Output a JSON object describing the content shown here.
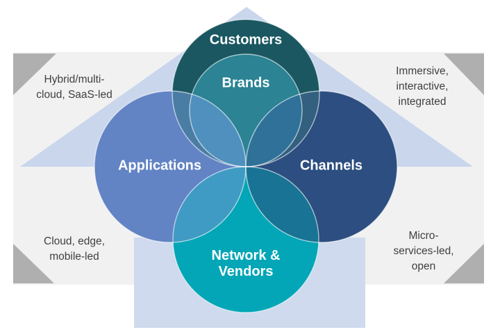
{
  "colors": {
    "background": "#FFFFFF",
    "band": "#F1F1F2",
    "accent_triangle": "#C9D6EC",
    "accent_rect": "#CFDAEE",
    "corner_triangle": "#AFAFAF",
    "note_text": "#3F3F3F",
    "circle_outline": "rgba(255,255,255,0.6)"
  },
  "circles": [
    {
      "id": "customers",
      "label": "Customers",
      "color": "#1A5761"
    },
    {
      "id": "brands",
      "label": "Brands",
      "color": "#2B8394"
    },
    {
      "id": "applications",
      "label": "Applications",
      "color": "#6283C4"
    },
    {
      "id": "channels",
      "label": "Channels",
      "color": "#2C4E80"
    },
    {
      "id": "network-vendors",
      "label": "Network & Vendors",
      "line1": "Network &",
      "line2": "Vendors",
      "color": "#02A6B6"
    }
  ],
  "overlaps": {
    "customers_applications": "#4A7DA3",
    "customers_channels": "#33607F",
    "applications_brands": "#4F90BE",
    "channels_brands": "#2F7198",
    "applications_network": "#3F9BC3",
    "channels_network": "#187394"
  },
  "corner_notes": [
    {
      "position": "top-left",
      "lines": [
        "Hybrid/multi-",
        "cloud, SaaS-led"
      ]
    },
    {
      "position": "top-right",
      "lines": [
        "Immersive,",
        "interactive,",
        "integrated"
      ]
    },
    {
      "position": "bottom-left",
      "lines": [
        "Cloud, edge,",
        "mobile-led"
      ]
    },
    {
      "position": "bottom-right",
      "lines": [
        "Micro-",
        "services-led,",
        "open"
      ]
    }
  ]
}
